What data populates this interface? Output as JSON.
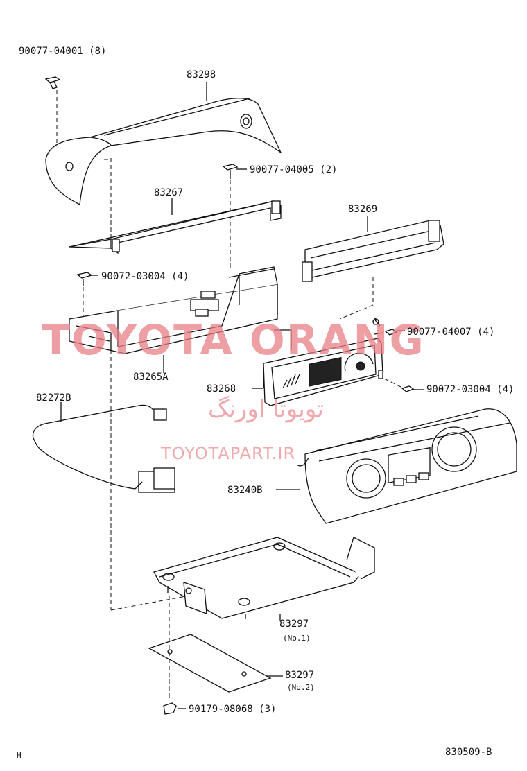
{
  "labels": {
    "bolt_top": "90077-04001 (8)",
    "cover": "83298",
    "screw_mid": "90077-04005 (2)",
    "bracket": "83267",
    "holder": "83269",
    "screw_left": "90072-03004 (4)",
    "screw_right1": "90077-04007 (4)",
    "screw_right2": "90072-03004 (4)",
    "housing": "83265A",
    "display": "83268",
    "harness": "82272B",
    "panel": "83240B",
    "plate1": "83297",
    "plate1_sub": "(No.1)",
    "plate2": "83297",
    "plate2_sub": "(No.2)",
    "clip": "90179-08068 (3)",
    "corner": "H",
    "code": "830509-B"
  },
  "watermarks": {
    "main": "TOYOTA ORANG",
    "persian": "تویوتا اورنگ",
    "site": "TOYOTAPART.IR"
  }
}
